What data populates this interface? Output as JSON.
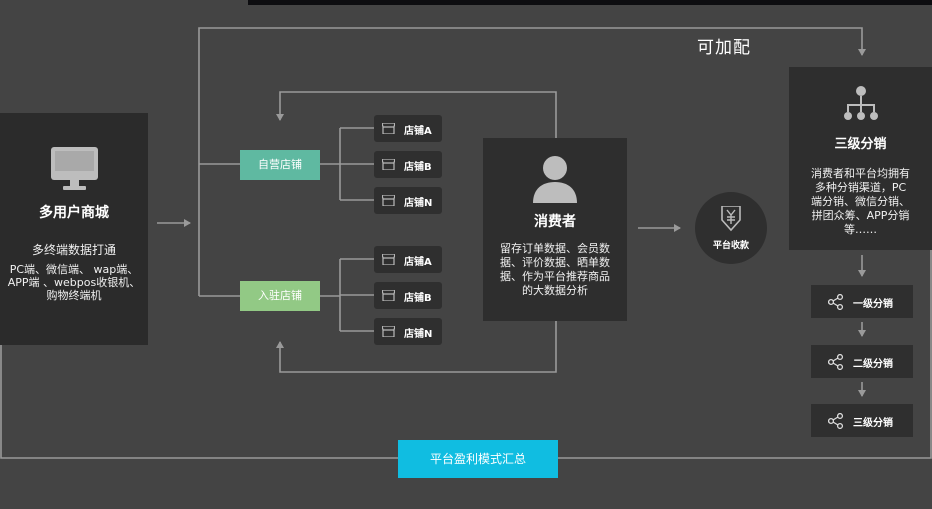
{
  "colors": {
    "background": "#444444",
    "self_run": "#5fb9a1",
    "settled": "#92c985",
    "summary": "#10bde1",
    "panel": "#2e2e2e",
    "line": "#9a9a9a"
  },
  "addable_label": "可加配",
  "mall": {
    "icon": "monitor-icon",
    "title": "多用户商城",
    "subtitle": "多终端数据打通",
    "lines": [
      "PC端、微信端、 wap端、",
      "APP端 、webpos收银机、",
      "购物终端机"
    ]
  },
  "self_run": {
    "label": "自营店铺",
    "stores": [
      "店铺A",
      "店铺B",
      "店铺N"
    ]
  },
  "settled": {
    "label": "入驻店铺",
    "stores": [
      "店铺A",
      "店铺B",
      "店铺N"
    ]
  },
  "store_icon": "storefront-icon",
  "consumer": {
    "icon": "user-icon",
    "title": "消费者",
    "lines": [
      "留存订单数据、会员数",
      "据、评价数据、晒单数",
      "据、作为平台推荐商品",
      "的大数据分析"
    ]
  },
  "collect": {
    "icon": "yuan-icon",
    "label": "平台收款"
  },
  "distribution": {
    "icon": "hierarchy-icon",
    "title": "三级分销",
    "lines": [
      "消费者和平台均拥有",
      "多种分销渠道，PC",
      "端分销、微信分销、",
      "拼团众筹、APP分销",
      "等……"
    ]
  },
  "levels": [
    "一级分销",
    "二级分销",
    "三级分销"
  ],
  "level_icon": "share-icon",
  "summary_label": "平台盈利模式汇总"
}
